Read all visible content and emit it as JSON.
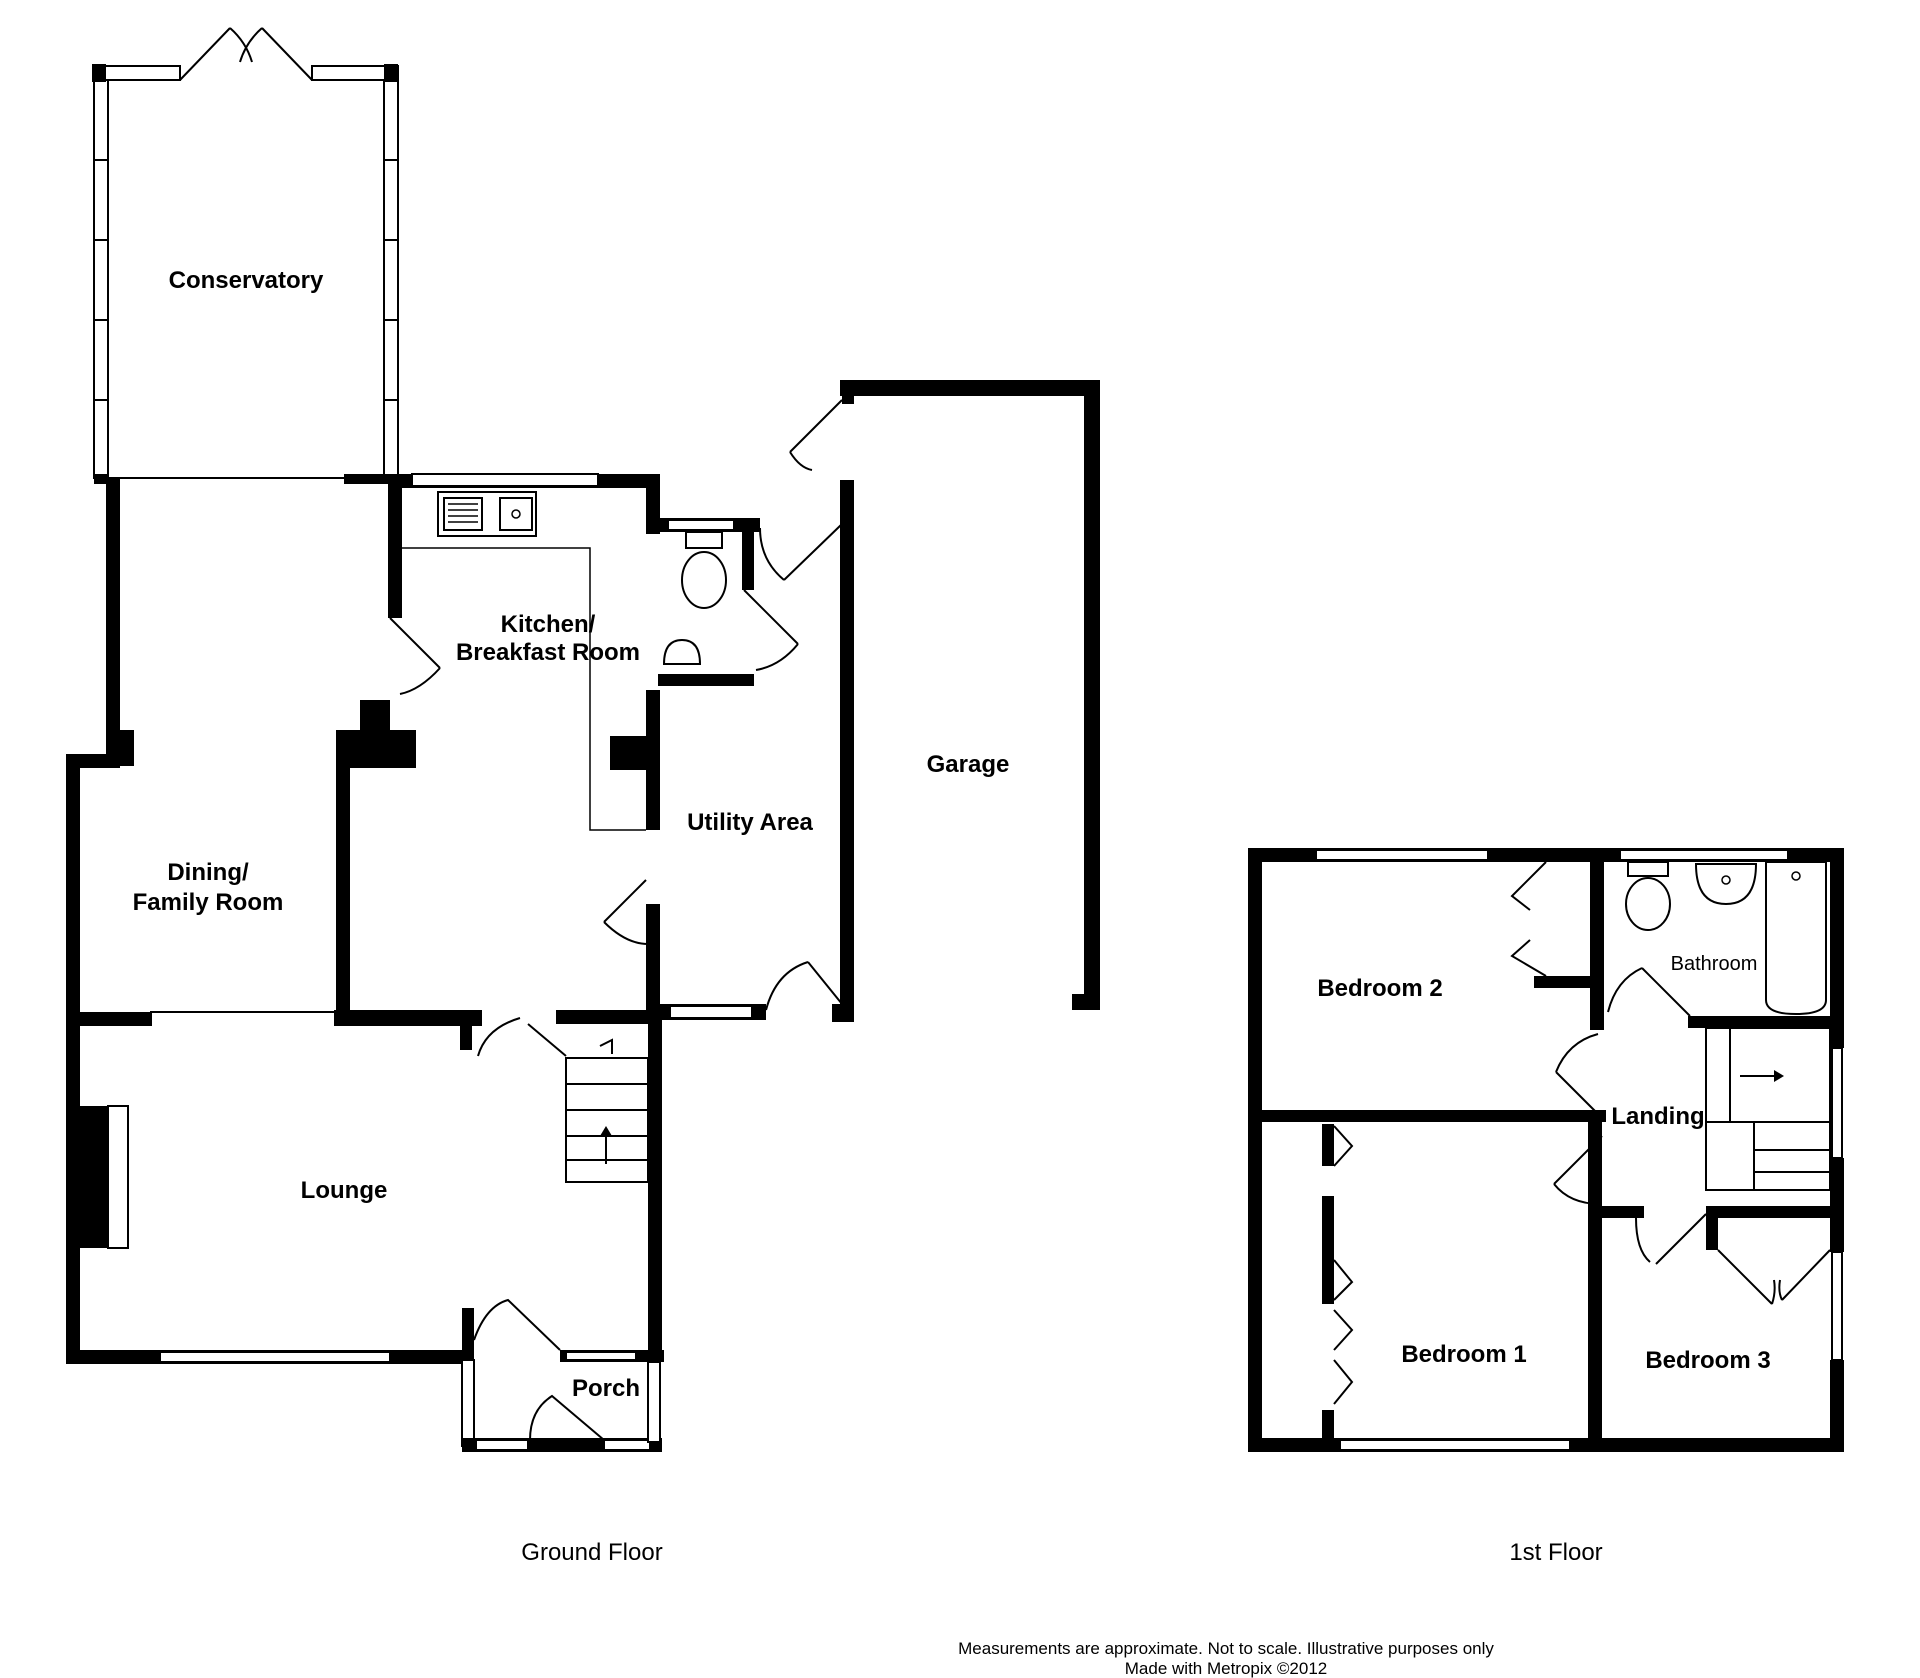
{
  "ground_floor": {
    "label": "Ground Floor",
    "rooms": {
      "conservatory": "Conservatory",
      "kitchen_line1": "Kitchen/",
      "kitchen_line2": "Breakfast Room",
      "dining_line1": "Dining/",
      "dining_line2": "Family Room",
      "utility": "Utility Area",
      "garage": "Garage",
      "lounge": "Lounge",
      "porch": "Porch"
    }
  },
  "first_floor": {
    "label": "1st Floor",
    "rooms": {
      "bedroom2": "Bedroom 2",
      "bathroom": "Bathroom",
      "landing": "Landing",
      "bedroom1": "Bedroom 1",
      "bedroom3": "Bedroom 3"
    }
  },
  "footer": {
    "line1": "Measurements are approximate.  Not to scale.  Illustrative purposes only",
    "line2": "Made with Metropix ©2012"
  }
}
